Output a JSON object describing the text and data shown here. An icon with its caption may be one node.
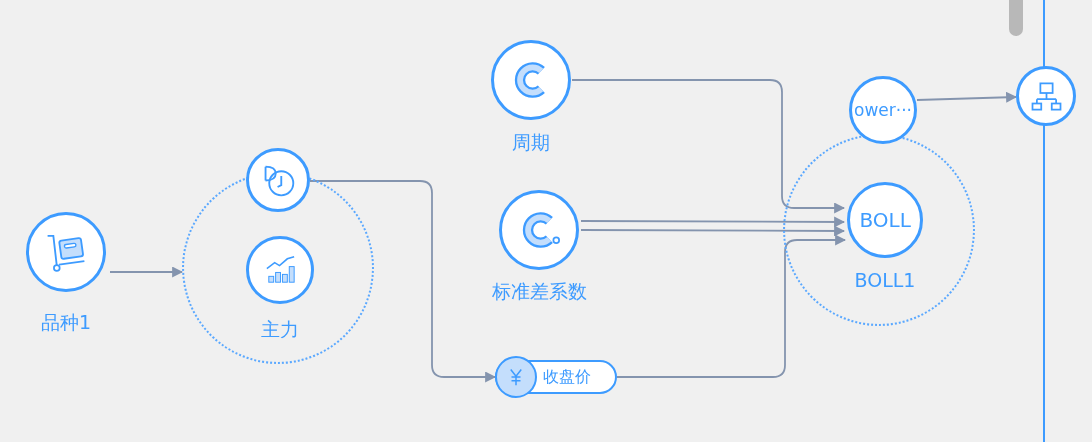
{
  "diagram": {
    "nodes": [
      {
        "text": [
          "品种1"
        ]
      },
      {
        "text": [],
        "shape": "circle"
      },
      {
        "text": [],
        "shape": "circle"
      },
      {
        "text": [
          "主力"
        ],
        "in": 1
      },
      {
        "text": [
          "周期"
        ]
      },
      {
        "text": [
          "标准差系数"
        ]
      },
      {
        "text": [
          "收盘价"
        ]
      },
      {
        "text": [],
        "shape": "circle"
      },
      {
        "text": [
          "ower···"
        ]
      },
      {
        "text": [
          "BOLL",
          "BOLL1"
        ],
        "in": 7
      },
      {
        "text": [],
        "shape": "circle"
      }
    ],
    "edges": [
      {
        "from": 0,
        "to": 1,
        "arrow": "to"
      },
      {
        "from": 2,
        "to": 6,
        "arrow": "to"
      },
      {
        "from": 4,
        "to": 9,
        "arrow": "to"
      },
      {
        "from": 5,
        "to": 9,
        "arrow": "to"
      },
      {
        "from": 5,
        "to": 9,
        "arrow": "to"
      },
      {
        "from": 6,
        "to": 9,
        "arrow": "to"
      },
      {
        "from": 8,
        "to": 10,
        "arrow": "to"
      }
    ]
  }
}
